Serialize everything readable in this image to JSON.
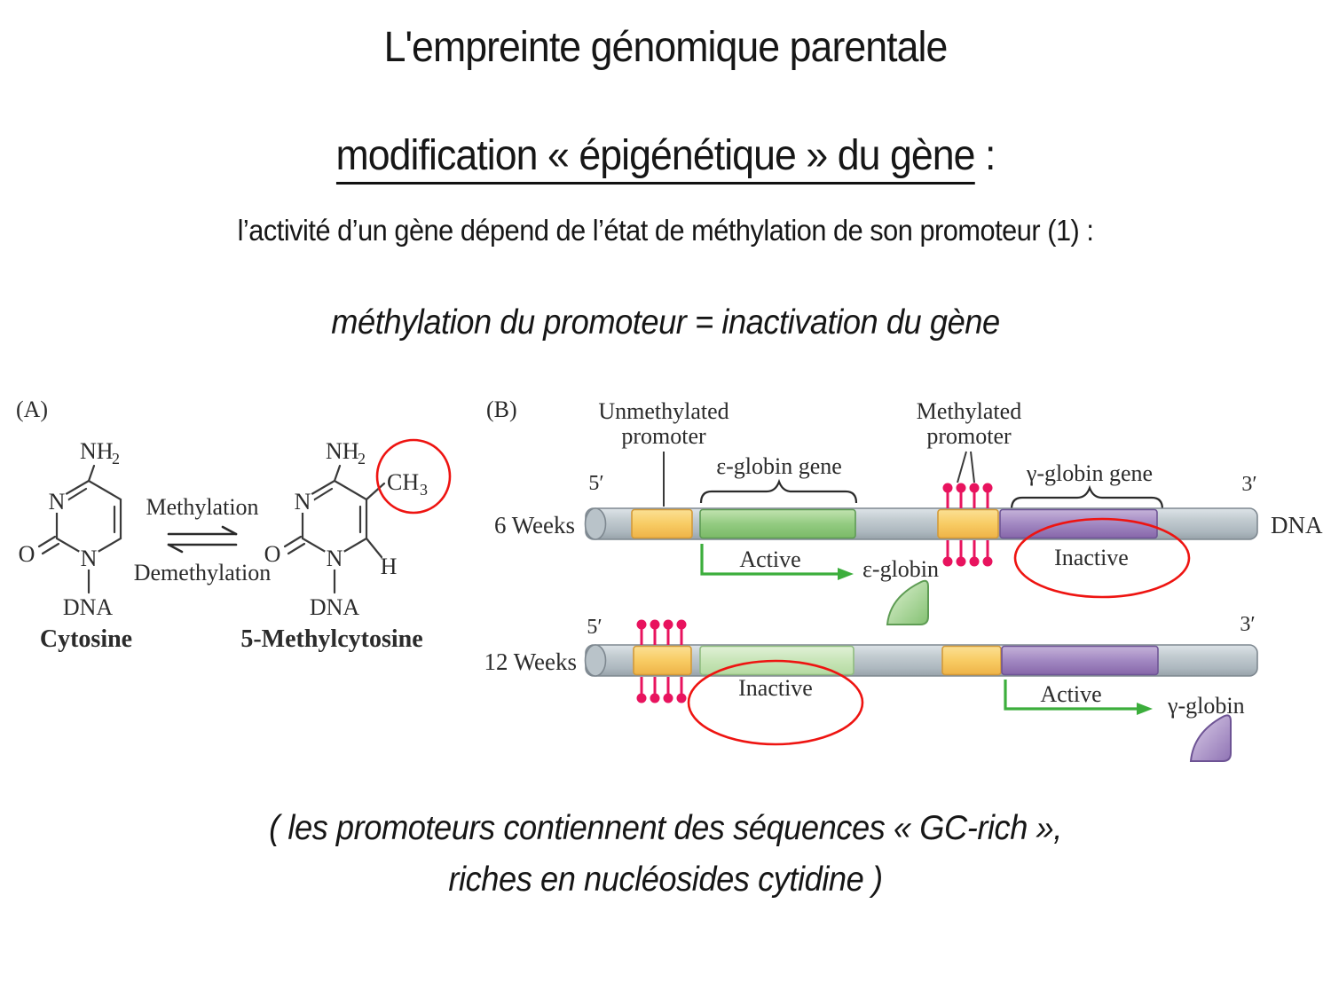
{
  "slide": {
    "title": "L'empreinte génomique parentale",
    "subtitle": "modification « épigénétique » du gène",
    "subtitle_suffix": " :",
    "intro": "l’activité d’un gène dépend de l’état de méthylation de son promoteur (1) :",
    "statement": "méthylation du promoteur = inactivation du gène",
    "footer_line1": "( les promoteurs contiennent des séquences « GC-rich »,",
    "footer_line2": "riches en nucléosides cytidine )"
  },
  "panelA": {
    "label": "(A)",
    "amine": "NH",
    "amine_sub": "2",
    "methyl": "CH",
    "methyl_sub": "3",
    "nitrogen": "N",
    "oxygen": "O",
    "hydrogen": "H",
    "dna": "DNA",
    "cytosine_name": "Cytosine",
    "methylcytosine_name": "5-Methylcytosine",
    "methylation": "Methylation",
    "demethylation": "Demethylation"
  },
  "panelB": {
    "label": "(B)",
    "unmethylated_line1": "Unmethylated",
    "unmethylated_line2": "promoter",
    "methylated_line1": "Methylated",
    "methylated_line2": "promoter",
    "epsilon_gene": "ε-globin gene",
    "gamma_gene": "γ-globin gene",
    "five_prime": "5′",
    "three_prime": "3′",
    "dna": "DNA",
    "week6": "6 Weeks",
    "week12": "12 Weeks",
    "active": "Active",
    "inactive": "Inactive",
    "epsilon_globin": "ε-globin",
    "gamma_globin": "γ-globin"
  },
  "colors": {
    "highlight_red": "#ee1411",
    "methyl_pink": "#e8135e",
    "active_arrow_green": "#3cae3c",
    "promoter_yellow": "#f8cc64",
    "gene_green": "#93cb81",
    "gene_green_pale": "#c8e5b8",
    "gene_purple": "#a288c2",
    "dna_tube_gray": "#b6c0c6"
  }
}
